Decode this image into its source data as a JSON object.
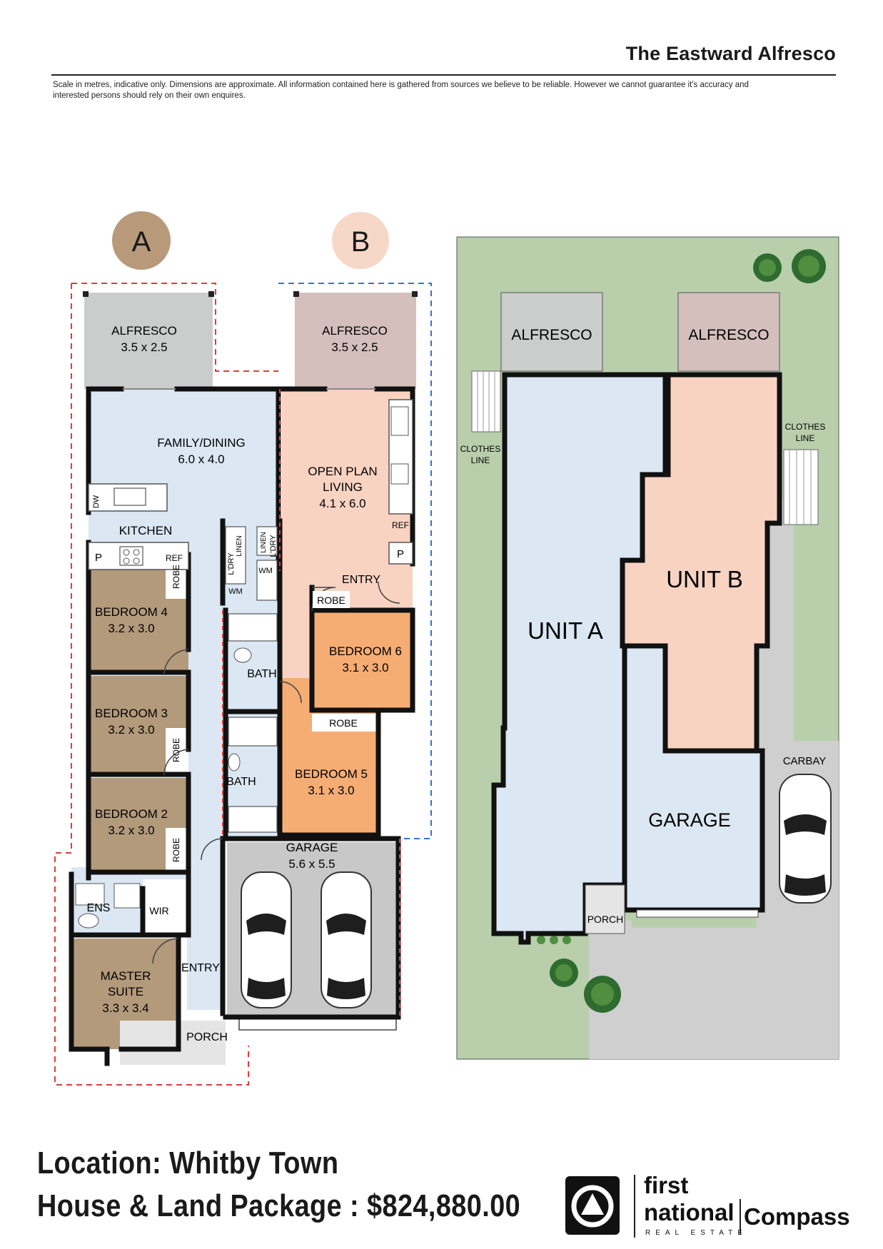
{
  "header": {
    "title": "The Eastward Alfresco",
    "disclaimer": "Scale in metres, indicative only. Dimensions are approximate. All information contained here is gathered from sources we believe to be reliable. However we cannot guarantee it's accuracy and interested persons should rely on their own enquires."
  },
  "badges": {
    "a": "A",
    "b": "B"
  },
  "colors": {
    "badge_a": "#b8997a",
    "badge_b": "#f7d7c8",
    "garden": "#b9cfac",
    "unit_a": "#dbe7f2",
    "unit_b": "#f8d3c2",
    "bedroom": "#b39a7b",
    "bedroom_b": "#f5ad74",
    "alfresco_b": "#d4bfbd",
    "grey": "#cbcbcb"
  },
  "unit_a": {
    "alfresco": {
      "name": "ALFRESCO",
      "size": "3.5 x 2.5"
    },
    "family": {
      "name": "FAMILY/DINING",
      "size": "6.0 x 4.0"
    },
    "kitchen": "KITCHEN",
    "dw": "DW",
    "pantry": "P",
    "ref": "REF",
    "bed4": {
      "name": "BEDROOM 4",
      "size": "3.2 x 3.0"
    },
    "bed3": {
      "name": "BEDROOM 3",
      "size": "3.2 x 3.0"
    },
    "bed2": {
      "name": "BEDROOM 2",
      "size": "3.2 x 3.0"
    },
    "robe": "ROBE",
    "ens": "ENS",
    "wir": "WIR",
    "master": {
      "l1": "MASTER",
      "l2": "SUITE",
      "size": "3.3 x 3.4"
    },
    "entry": "ENTRY",
    "porch": "PORCH",
    "ldry": "L'DRY",
    "linen": "LINEN",
    "wm": "WM",
    "bath": "BATH"
  },
  "unit_b": {
    "alfresco": {
      "name": "ALFRESCO",
      "size": "3.5 x 2.5"
    },
    "living": {
      "l1": "OPEN PLAN",
      "l2": "LIVING",
      "size": "4.1 x 6.0"
    },
    "ref": "REF",
    "pantry": "P",
    "entry": "ENTRY",
    "robe": "ROBE",
    "bed6": {
      "name": "BEDROOM 6",
      "size": "3.1 x 3.0"
    },
    "bed5": {
      "name": "BEDROOM 5",
      "size": "3.1 x 3.0"
    },
    "bath": "BATH",
    "linen": "LINEN",
    "ldry": "L'DRY",
    "wm": "WM",
    "garage": {
      "name": "GARAGE",
      "size": "5.6 x 5.5"
    }
  },
  "site": {
    "alfresco_a": "ALFRESCO",
    "alfresco_b": "ALFRESCO",
    "unit_a": "UNIT A",
    "unit_b": "UNIT B",
    "garage": "GARAGE",
    "porch": "PORCH",
    "carbay": "CARBAY",
    "clothes_left_1": "CLOTHES",
    "clothes_left_2": "LINE",
    "clothes_right_1": "CLOTHES",
    "clothes_right_2": "LINE"
  },
  "footer": {
    "location": "Location: Whitby Town",
    "package": "House & Land Package : $824,880.00"
  },
  "logo": {
    "line1": "first",
    "line2": "national",
    "line3": "REAL ESTATE",
    "partner": "Compass"
  }
}
